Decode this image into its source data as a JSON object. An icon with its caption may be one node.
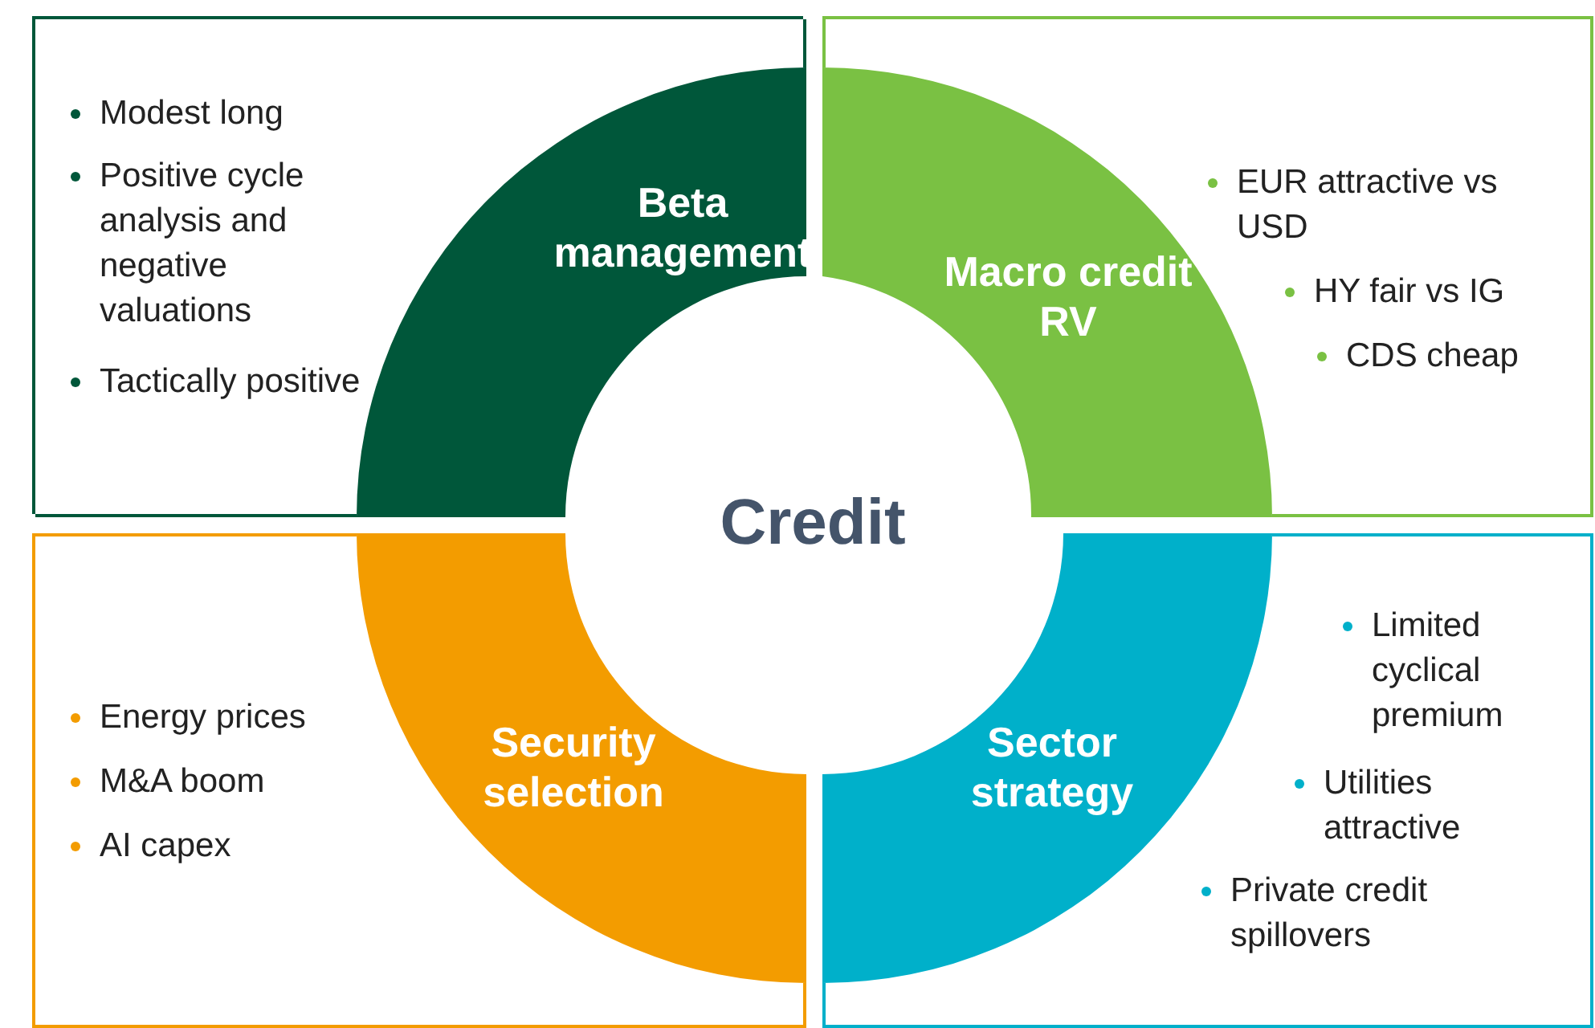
{
  "diagram": {
    "nodes": [
      {
        "text": [
          "Modest long",
          "Positive cycle analysis and negative valuations",
          "Tactically positive"
        ]
      },
      {
        "text": [
          "Beta management"
        ],
        "in": 0
      },
      {
        "text": [
          "EUR attractive vs USD",
          "HY fair vs IG",
          "CDS cheap"
        ]
      },
      {
        "text": [
          "Macro credit RV"
        ],
        "in": 2
      },
      {
        "text": [
          "Energy prices",
          "M&A boom",
          "AI capex"
        ]
      },
      {
        "text": [
          "Security selection"
        ],
        "in": 4
      },
      {
        "text": [
          "Limited cyclical premium",
          "Utilities attractive",
          "Private credit spillovers"
        ]
      },
      {
        "text": [
          "Sector strategy"
        ],
        "in": 6
      },
      {
        "text": [
          "Credit"
        ]
      }
    ],
    "edges": []
  }
}
